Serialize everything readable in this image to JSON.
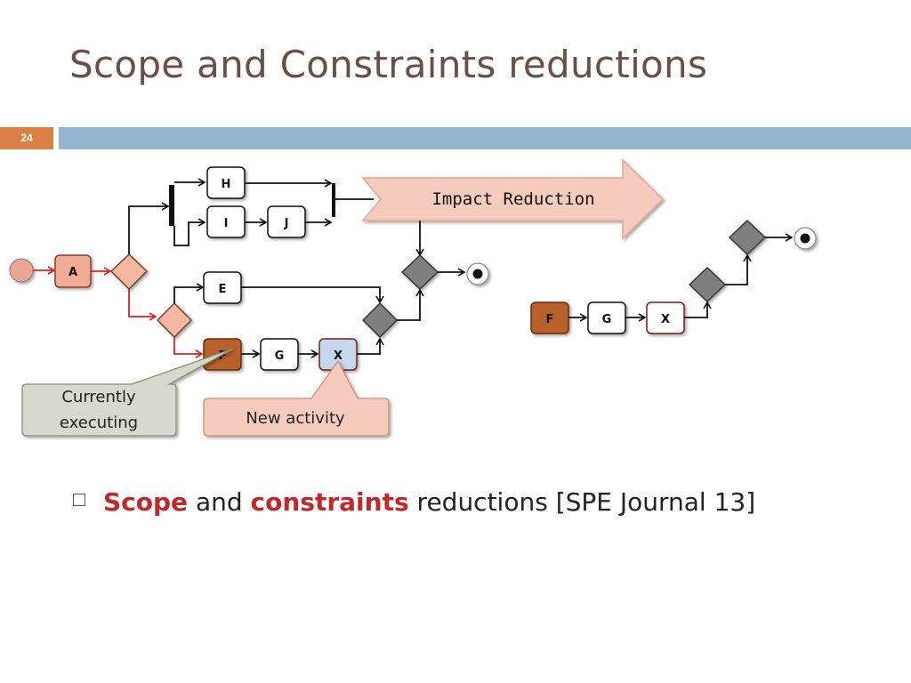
{
  "slide": {
    "title": "Scope and Constraints reductions",
    "page_number": "24"
  },
  "diagram": {
    "nodes": {
      "A": "A",
      "E": "E",
      "F": "F",
      "G": "G",
      "X": "X",
      "H": "H",
      "I": "I",
      "J": "J"
    },
    "reduced_nodes": {
      "F": "F",
      "G": "G",
      "X": "X"
    },
    "arrow_label": "Impact Reduction",
    "callout_current": [
      "Currently",
      "executing"
    ],
    "callout_new": "New activity"
  },
  "bullet": {
    "word1": "Scope",
    "word2": " and ",
    "word3": "constraints",
    "word4": " reductions [SPE Journal 13]"
  },
  "colors": {
    "title": "#6b4f44",
    "band": "#94b6d2",
    "page_box": "#dd8047",
    "executing_node": "#b8612c",
    "new_node": "#c5d7ea",
    "red_path": "#e02020",
    "gateway_gray": "#7f7f7f",
    "gateway_orange": "#f4b8a2"
  }
}
